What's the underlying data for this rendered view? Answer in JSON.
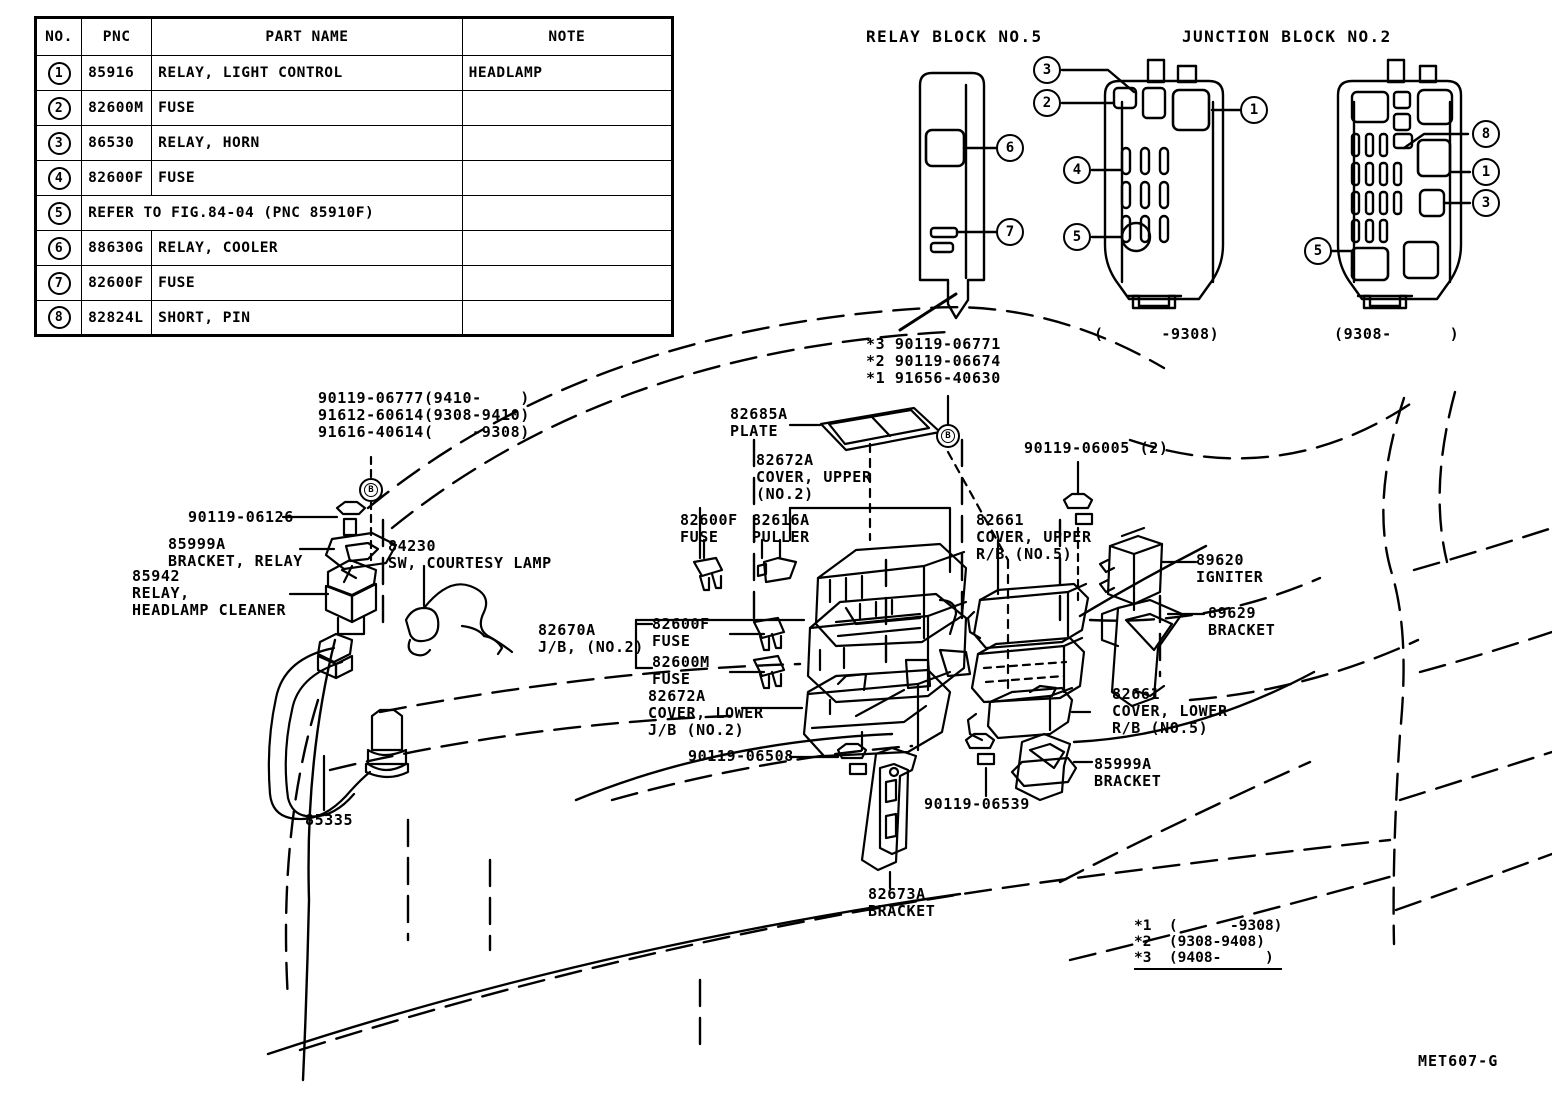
{
  "parts_table": {
    "headers": [
      "NO.",
      "PNC",
      "PART NAME",
      "NOTE"
    ],
    "rows": [
      {
        "no": "1",
        "pnc": "85916",
        "name": "RELAY, LIGHT CONTROL",
        "note": "HEADLAMP",
        "span": false
      },
      {
        "no": "2",
        "pnc": "82600M",
        "name": "FUSE",
        "note": "",
        "span": false
      },
      {
        "no": "3",
        "pnc": "86530",
        "name": "RELAY, HORN",
        "note": "",
        "span": false
      },
      {
        "no": "4",
        "pnc": "82600F",
        "name": "FUSE",
        "note": "",
        "span": false
      },
      {
        "no": "5",
        "pnc": "",
        "name": "REFER TO FIG.84-04  (PNC 85910F)",
        "note": "",
        "span": true
      },
      {
        "no": "6",
        "pnc": "88630G",
        "name": "RELAY, COOLER",
        "note": "",
        "span": false
      },
      {
        "no": "7",
        "pnc": "82600F",
        "name": "FUSE",
        "note": "",
        "span": false
      },
      {
        "no": "8",
        "pnc": "82824L",
        "name": "SHORT, PIN",
        "note": "",
        "span": false
      }
    ]
  },
  "blocks": {
    "relay_block_title": "RELAY BLOCK NO.5",
    "junction_block_title": "JUNCTION BLOCK NO.2",
    "junction_left_caption": "(      -9308)",
    "junction_right_caption": "(9308-      )",
    "relay_callouts": [
      "6",
      "7"
    ],
    "junction_left_callouts": [
      "3",
      "2",
      "1",
      "4",
      "5"
    ],
    "junction_right_callouts": [
      "8",
      "1",
      "3",
      "5"
    ]
  },
  "labels": {
    "star_notes_top": "*3 90119-06771\n*2 90119-06674\n*1 91656-40630",
    "bolt_variants": "90119-06777(9410-    )\n91612-60614(9308-9410)\n91616-40614(    -9308)",
    "bolt_90119_06126": "90119-06126",
    "bracket_relay": "85999A\nBRACKET, RELAY",
    "relay_headlamp_cleaner": "85942\nRELAY,\nHEADLAMP CLEANER",
    "sw_courtesy_lamp": "84230\nSW, COURTESY LAMP",
    "washer_motor": "85335",
    "plate_82685A": "82685A\nPLATE",
    "cover_upper_no2": "82672A\nCOVER, UPPER\n(NO.2)",
    "fuse_82600F_a": "82600F\nFUSE",
    "puller_82616A": "82616A\nPULLER",
    "jb_no2": "82670A\nJ/B, (NO.2)",
    "fuse_82600F_b": "82600F\nFUSE",
    "fuse_82600M": "82600M\nFUSE",
    "cover_lower_jb_no2": "82672A\nCOVER, LOWER\nJ/B (NO.2)",
    "bolt_90119_06005": "90119-06005 (2)",
    "cover_upper_rb_no5": "82661\nCOVER, UPPER\nR/B (NO.5)",
    "igniter_89620": "89620\nIGNITER",
    "bracket_89629": "89629\nBRACKET",
    "cover_lower_rb_no5": "82661\nCOVER, LOWER\nR/B (NO.5)",
    "bolt_90119_06508": "90119-06508",
    "bolt_90119_06539": "90119-06539",
    "bracket_85999A": "85999A\nBRACKET",
    "bracket_82673A": "82673A\nBRACKET",
    "b_marker": "B"
  },
  "legend": {
    "text": "*1  (      -9308)\n*2  (9308-9408)\n*3  (9408-     )"
  },
  "drawing_code": "MET607-G",
  "colors": {
    "ink": "#000000",
    "paper": "#ffffff"
  }
}
